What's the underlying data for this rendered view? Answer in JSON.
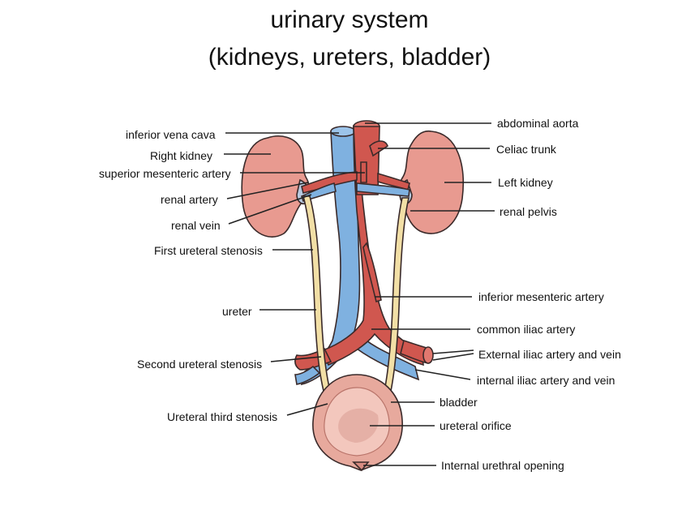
{
  "title": {
    "line1": "urinary system",
    "line2": "(kidneys, ureters, bladder)"
  },
  "labels": {
    "inferior_vena_cava": "inferior vena cava",
    "right_kidney": "Right kidney",
    "superior_mesenteric_artery": "superior mesenteric artery",
    "renal_artery": "renal artery",
    "renal_vein": "renal vein",
    "first_ureteral_stenosis": "First ureteral stenosis",
    "ureter": "ureter",
    "second_ureteral_stenosis": "Second ureteral stenosis",
    "ureteral_third_stenosis": "Ureteral third stenosis",
    "abdominal_aorta": "abdominal aorta",
    "celiac_trunk": "Celiac trunk",
    "left_kidney": "Left kidney",
    "renal_pelvis": "renal pelvis",
    "inferior_mesenteric_artery": "inferior mesenteric artery",
    "common_iliac_artery": "common iliac artery",
    "external_iliac_artery_and_vein": "External iliac artery and vein",
    "internal_iliac_artery_and_vein": "internal iliac artery and vein",
    "bladder": "bladder",
    "ureteral_orifice": "ureteral orifice",
    "internal_urethral_opening": "Internal urethral opening"
  },
  "colors": {
    "kidney": "#e89a90",
    "artery": "#d0574f",
    "vein": "#7fb1e0",
    "ureter": "#f2dfa6",
    "bladder_wall": "#e7a99d",
    "bladder_inner": "#f3c7bd",
    "outline": "#3a2a2a",
    "leader": "#222222"
  }
}
